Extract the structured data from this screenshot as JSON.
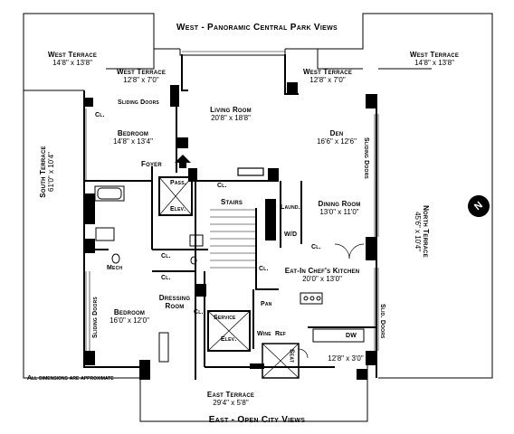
{
  "headers": {
    "north": "West - Panoramic Central Park Views",
    "south": "East - Open City Views",
    "note": "All dimensions are approximate"
  },
  "compass": {
    "letter": "N"
  },
  "rooms": {
    "west_terrace_left": {
      "name": "West Terrace",
      "dims": "14'8\" x 13'8\""
    },
    "west_terrace_right": {
      "name": "West Terrace",
      "dims": "14'8\" x 13'8\""
    },
    "west_terrace_inner_left": {
      "name": "West Terrace",
      "dims": "12'8\" x 7'0\""
    },
    "west_terrace_inner_right": {
      "name": "West Terrace",
      "dims": "12'8\" x 7'0\""
    },
    "living_room": {
      "name": "Living Room",
      "dims": "20'8\" x 18'8\""
    },
    "den": {
      "name": "Den",
      "dims": "16'6\" x 12'6\""
    },
    "bedroom_upper": {
      "name": "Bedroom",
      "dims": "14'8\" x 13'4\""
    },
    "bedroom_lower": {
      "name": "Bedroom",
      "dims": "16'0\" x 12'0\""
    },
    "dining_room": {
      "name": "Dining Room",
      "dims": "13'0\" x 11'0\""
    },
    "kitchen": {
      "name": "Eat-In Chef's Kitchen",
      "dims": "20'0\" x 13'0\""
    },
    "south_terrace": {
      "name": "South Terrace",
      "dims": "61'0\" x 10'4\""
    },
    "north_terrace": {
      "name": "North Terrace",
      "dims": "45'6\" x 10'4\""
    },
    "east_terrace": {
      "name": "East Terrace",
      "dims": "29'4\" x 5'8\""
    },
    "small_terrace": {
      "dims": "12'8\" x 3'0\""
    },
    "dressing_room": {
      "name": "Dressing Room"
    }
  },
  "labels": {
    "foyer": "Foyer",
    "stairs": "Stairs",
    "pass_elev_top": "Pass.",
    "pass_elev_bottom": "Elev.",
    "service_elev_top": "Service",
    "service_elev_bottom": "Elev.",
    "laund": "Laund.",
    "wd": "W/D",
    "mech": "Mech",
    "pan": "Pan",
    "wine": "Wine",
    "ref": "Ref",
    "dw": "DW",
    "seat": "Seat",
    "cl": "Cl.",
    "sliding_doors": "Sliding Doors",
    "slid_doors": "Slid. Doors"
  }
}
